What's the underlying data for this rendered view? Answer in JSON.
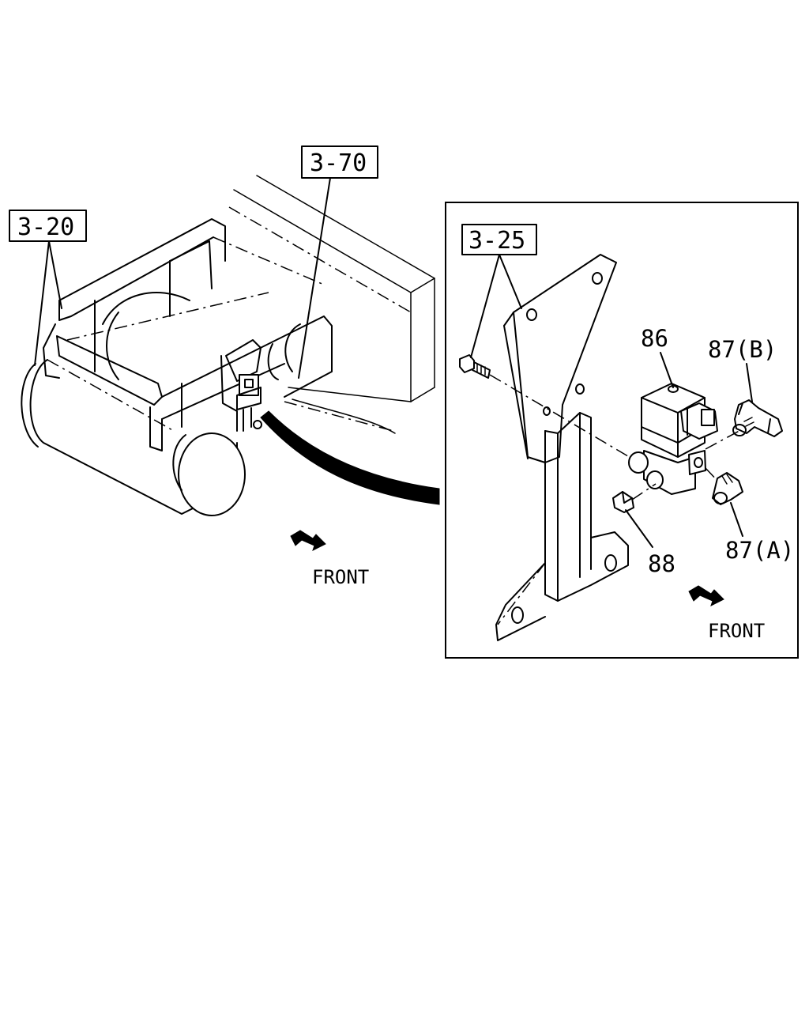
{
  "labels": {
    "ref_3_20": "3-20",
    "ref_3_70": "3-70",
    "ref_3_25": "3-25",
    "part_86": "86",
    "part_87b": "87(B)",
    "part_87a": "87(A)",
    "part_88": "88",
    "front_main": "FRONT",
    "front_detail": "FRONT"
  },
  "colors": {
    "line": "#000000",
    "background": "#ffffff"
  },
  "icons": {
    "front_arrow": "front-arrow-icon"
  }
}
